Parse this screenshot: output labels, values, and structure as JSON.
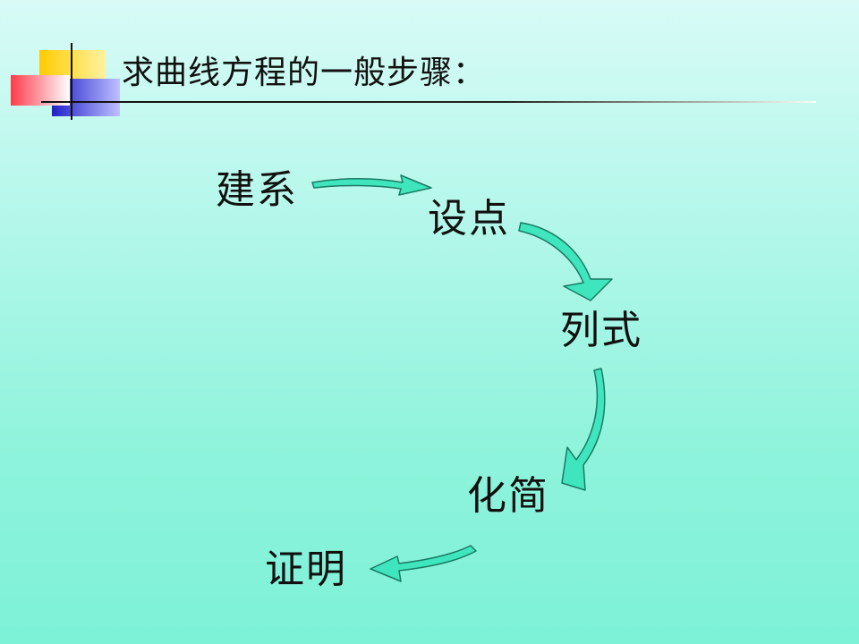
{
  "title": "求曲线方程的一般步骤：",
  "steps": [
    {
      "label": "建系"
    },
    {
      "label": "设点"
    },
    {
      "label": "列式"
    },
    {
      "label": "化简"
    },
    {
      "label": "证明"
    }
  ],
  "colors": {
    "arrow_fill": "#3fe6bd",
    "arrow_stroke": "#1a7a63",
    "deco_yellow": "#ffd21a",
    "deco_blue": "#2f2fd6",
    "deco_red": "#ff4a5a"
  }
}
